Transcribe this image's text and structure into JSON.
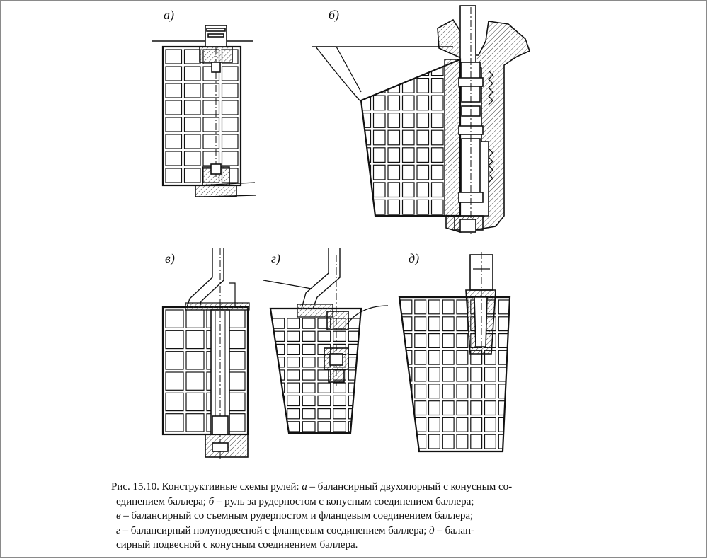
{
  "labels": {
    "a": "а)",
    "b": "б)",
    "v": "в)",
    "g": "г)",
    "d": "д)"
  },
  "caption": {
    "fig_number": "Рис. 15.10.",
    "line1_text": " Конструктивные схемы рулей: ",
    "a_letter": "а",
    "a_text": " – балансирный двухопорный с конусным со-",
    "line2_text": "единением баллера; ",
    "b_letter": "б",
    "b_text": " – руль за рудерпостом с конусным соединением баллера;",
    "v_letter": "в",
    "v_text": " – балансирный со съемным рудерпостом и фланцевым соединением баллера;",
    "g_letter": "г",
    "g_text": " – балансирный полуподвесной с фланцевым соединением баллера; ",
    "d_letter": "д",
    "d_text": " – балан-",
    "line5_text": "сирный подвесной с конусным соединением баллера."
  },
  "colors": {
    "ink": "#111111",
    "hatch": "#555555",
    "frame": "#8a8a8a"
  }
}
